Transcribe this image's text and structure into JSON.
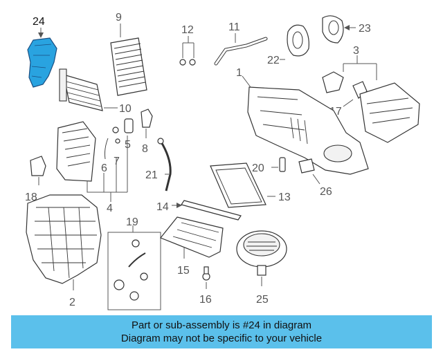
{
  "callouts": {
    "c1": "1",
    "c2": "2",
    "c3": "3",
    "c4": "4",
    "c5": "5",
    "c6": "6",
    "c7": "7",
    "c8": "8",
    "c9": "9",
    "c10": "10",
    "c11": "11",
    "c12": "12",
    "c13": "13",
    "c14": "14",
    "c15": "15",
    "c16": "16",
    "c17": "17",
    "c18": "18",
    "c19": "19",
    "c20": "20",
    "c21": "21",
    "c22": "22",
    "c23": "23",
    "c24": "24",
    "c25": "25",
    "c26": "26"
  },
  "highlight": {
    "part": "24",
    "color": "#29a3e0"
  },
  "banner": {
    "line1": "Part or sub-assembly is #24 in diagram",
    "line2": "Diagram may not be specific to your vehicle",
    "color": "#5bc0eb"
  }
}
